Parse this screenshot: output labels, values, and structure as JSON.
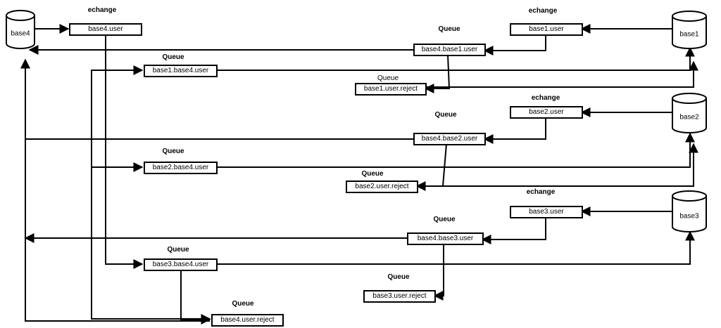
{
  "databases": {
    "base4": "base4",
    "base1": "base1",
    "base2": "base2",
    "base3": "base3"
  },
  "exchange_label": "echange",
  "queue_label": "Queue",
  "boxes": {
    "base4_user": "base4.user",
    "base1_user": "base1.user",
    "base2_user": "base2.user",
    "base3_user": "base3.user",
    "base4_base1_user": "base4.base1.user",
    "base4_base2_user": "base4.base2.user",
    "base4_base3_user": "base4.base3.user",
    "base1_base4_user": "base1.base4.user",
    "base2_base4_user": "base2.base4.user",
    "base3_base4_user": "base3.base4.user",
    "base1_user_reject": "base1.user.reject",
    "base2_user_reject": "base2.user.reject",
    "base3_user_reject": "base3.user.reject",
    "base4_user_reject": "base4.user.reject"
  }
}
